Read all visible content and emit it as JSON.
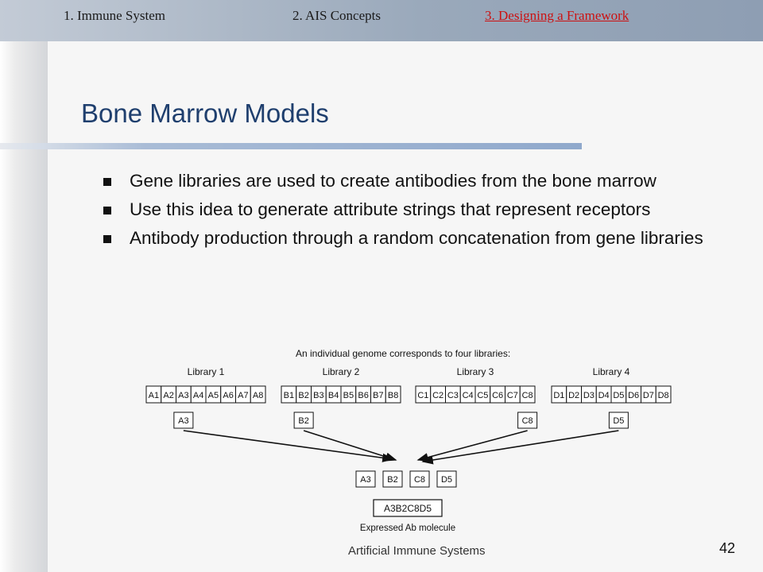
{
  "nav": {
    "items": [
      {
        "label": "1. Immune System",
        "active": false
      },
      {
        "label": "2. AIS Concepts",
        "active": false
      },
      {
        "label": "3. Designing a Framework",
        "active": true
      }
    ]
  },
  "slide": {
    "title": "Bone Marrow Models",
    "bullets": [
      "Gene libraries are used to create antibodies from the bone marrow",
      "Use this idea to generate attribute strings that represent receptors",
      "Antibody production through a random concatenation from gene libraries"
    ]
  },
  "diagram": {
    "caption": "An individual genome corresponds to four libraries:",
    "libraries": [
      {
        "name": "Library 1",
        "cells": [
          "A1",
          "A2",
          "A3",
          "A4",
          "A5",
          "A6",
          "A7",
          "A8"
        ],
        "selected": "A3"
      },
      {
        "name": "Library 2",
        "cells": [
          "B1",
          "B2",
          "B3",
          "B4",
          "B5",
          "B6",
          "B7",
          "B8"
        ],
        "selected": "B2"
      },
      {
        "name": "Library 3",
        "cells": [
          "C1",
          "C2",
          "C3",
          "C4",
          "C5",
          "C6",
          "C7",
          "C8"
        ],
        "selected": "C8"
      },
      {
        "name": "Library 4",
        "cells": [
          "D1",
          "D2",
          "D3",
          "D4",
          "D5",
          "D6",
          "D7",
          "D8"
        ],
        "selected": "D5"
      }
    ],
    "combined": [
      "A3",
      "B2",
      "C8",
      "D5"
    ],
    "molecule": "A3B2C8D5",
    "molecule_label": "Expressed Ab molecule"
  },
  "footer": {
    "text": "Artificial Immune Systems",
    "page": "42"
  },
  "colors": {
    "title": "#1f3f6e",
    "nav_active": "#cc1111",
    "topbar": "#9aa9bb"
  }
}
